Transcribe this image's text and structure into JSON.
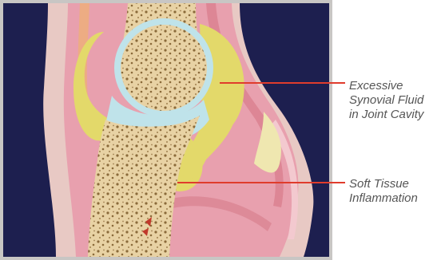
{
  "callouts": [
    {
      "id": "excessive-synovial-fluid",
      "lines": [
        "Excessive",
        "Synovial Fluid",
        "in Joint Cavity"
      ]
    },
    {
      "id": "soft-tissue-inflammation",
      "lines": [
        "Soft Tissue",
        "Inflammation"
      ]
    }
  ],
  "colors": {
    "background": "#1d1f4f",
    "border": "#c8c6c4",
    "skin_outer": "#e8c9c4",
    "muscle_pink": "#e8a0ae",
    "muscle_deep": "#d9808f",
    "synovial_fluid": "#e3d96a",
    "cartilage": "#bfe3ea",
    "bone": "#e8d2a4",
    "bone_pores": "#8a6a3a",
    "leader_line": "#e03c2c"
  }
}
